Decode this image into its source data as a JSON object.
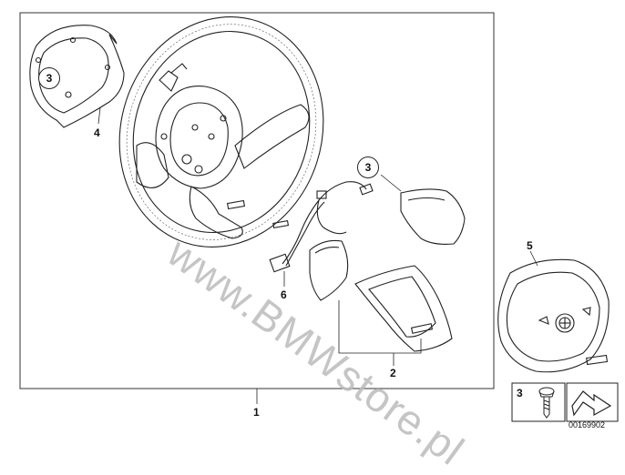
{
  "diagram": {
    "callouts": {
      "main_assembly": "1",
      "trim_cover": "2",
      "screw_ref_top_left": "3",
      "screw_ref_center": "3",
      "cover_ring": "4",
      "airbag": "5",
      "wiring_harness": "6"
    },
    "watermark": "www.BMWstore.pl",
    "legend": {
      "screw_callout": "3"
    },
    "document_number": "00169902"
  }
}
